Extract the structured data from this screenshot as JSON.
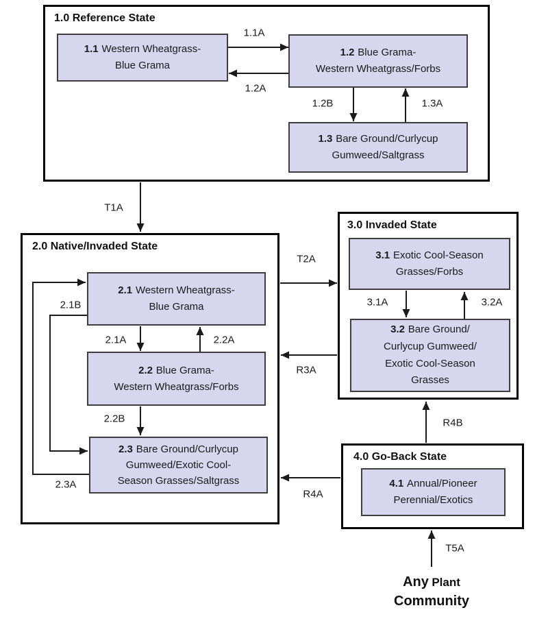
{
  "colors": {
    "community_fill": "#d6d6ee",
    "community_border": "#3d3d3d",
    "state_border": "#000000",
    "arrow_color": "#1a1a1a"
  },
  "states": [
    {
      "title": "1.0 Reference State",
      "communities": [
        {
          "id": "1.1",
          "name_lines": [
            "Western Wheatgrass-",
            "Blue Grama"
          ]
        },
        {
          "id": "1.2",
          "name_lines": [
            "Blue Grama-",
            "Western Wheatgrass/Forbs"
          ]
        },
        {
          "id": "1.3",
          "name_lines": [
            "Bare Ground/Curlycup",
            "Gumweed/Saltgrass"
          ]
        }
      ]
    },
    {
      "title": "2.0 Native/Invaded State",
      "communities": [
        {
          "id": "2.1",
          "name_lines": [
            "Western Wheatgrass-",
            "Blue Grama"
          ]
        },
        {
          "id": "2.2",
          "name_lines": [
            "Blue Grama-",
            "Western Wheatgrass/Forbs"
          ]
        },
        {
          "id": "2.3",
          "name_lines": [
            "Bare Ground/Curlycup",
            "Gumweed/Exotic Cool-",
            "Season Grasses/Saltgrass"
          ]
        }
      ]
    },
    {
      "title": "3.0 Invaded State",
      "communities": [
        {
          "id": "3.1",
          "name_lines": [
            "Exotic Cool-Season",
            "Grasses/Forbs"
          ]
        },
        {
          "id": "3.2",
          "name_lines": [
            "Bare Ground/",
            "Curlycup Gumweed/",
            "Exotic Cool-Season",
            "Grasses"
          ]
        }
      ]
    },
    {
      "title": "4.0 Go-Back State",
      "communities": [
        {
          "id": "4.1",
          "name_lines": [
            "Annual/Pioneer",
            "Perennial/Exotics"
          ]
        }
      ]
    }
  ],
  "transitions": {
    "a11a": "1.1A",
    "a12a": "1.2A",
    "a12b": "1.2B",
    "a13a": "1.3A",
    "t1a": "T1A",
    "a21a": "2.1A",
    "a21b": "2.1B",
    "a22a": "2.2A",
    "a22b": "2.2B",
    "a23a": "2.3A",
    "t2a": "T2A",
    "r3a": "R3A",
    "a31a": "3.1A",
    "a32a": "3.2A",
    "r4a": "R4A",
    "r4b": "R4B",
    "t5a": "T5A"
  },
  "source_text": {
    "any": "Any",
    "plant": "Plant",
    "community": "Community"
  }
}
